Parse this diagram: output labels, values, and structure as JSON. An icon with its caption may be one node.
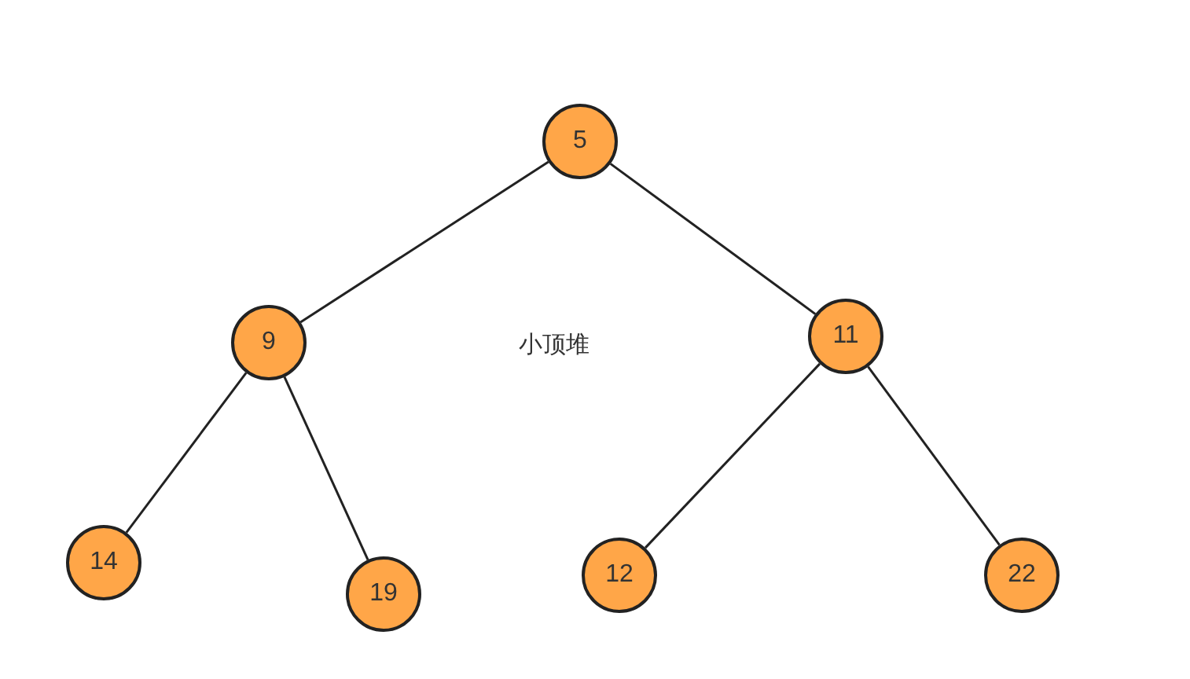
{
  "diagram": {
    "nodes": [
      {
        "text": [
          "5"
        ]
      },
      {
        "text": [
          "9"
        ]
      },
      {
        "text": [
          "11"
        ]
      },
      {
        "text": [
          "14"
        ]
      },
      {
        "text": [
          "19"
        ]
      },
      {
        "text": [
          "12"
        ]
      },
      {
        "text": [
          "22"
        ]
      }
    ],
    "edges": [
      {
        "from": 0,
        "to": 1,
        "arrow": "none"
      },
      {
        "from": 0,
        "to": 2,
        "arrow": "none"
      },
      {
        "from": 1,
        "to": 3,
        "arrow": "none"
      },
      {
        "from": 1,
        "to": 4,
        "arrow": "none"
      },
      {
        "from": 2,
        "to": 5,
        "arrow": "none"
      },
      {
        "from": 2,
        "to": 6,
        "arrow": "none"
      }
    ],
    "labels": [
      "小顶堆"
    ]
  }
}
